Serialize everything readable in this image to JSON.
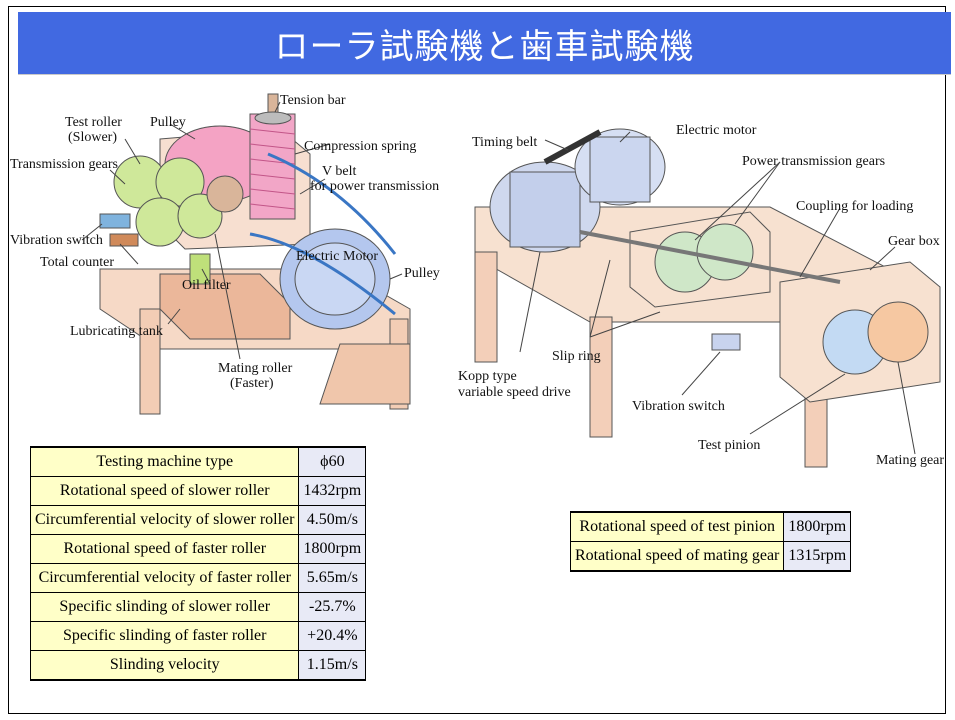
{
  "slide": {
    "title": "ローラ試験機と歯車試験機"
  },
  "roller_diagram": {
    "labels": {
      "tension_bar": "Tension bar",
      "test_roller": "Test roller",
      "test_roller_sub": "(Slower)",
      "pulley_top": "Pulley",
      "compression_spring": "Compression spring",
      "transmission_gears": "Transmission gears",
      "v_belt": "V belt",
      "v_belt_sub": "for power transmission",
      "vibration_switch": "Vibration switch",
      "total_counter": "Total counter",
      "electric_motor": "Electric Motor",
      "pulley_right": "Pulley",
      "oil_filter": "Oil filter",
      "lubricating_tank": "Lubricating tank",
      "mating_roller": "Mating roller",
      "mating_roller_sub": "(Faster)"
    }
  },
  "gear_diagram": {
    "labels": {
      "timing_belt": "Timing belt",
      "electric_motor": "Electric motor",
      "power_transmission_gears": "Power transmission gears",
      "coupling_for_loading": "Coupling for loading",
      "gear_box": "Gear box",
      "slip_ring": "Slip ring",
      "kopp_type": "Kopp type",
      "kopp_type_sub": "variable speed drive",
      "vibration_switch": "Vibration switch",
      "test_pinion": "Test pinion",
      "mating_gear": "Mating gear"
    }
  },
  "roller_table": {
    "rows": [
      {
        "label": "Testing machine type",
        "value": "ϕ60"
      },
      {
        "label": "Rotational speed of slower roller",
        "value": "1432rpm"
      },
      {
        "label": "Circumferential velocity of slower roller",
        "value": "4.50m/s"
      },
      {
        "label": "Rotational speed of faster roller",
        "value": "1800rpm"
      },
      {
        "label": "Circumferential velocity of faster roller",
        "value": "5.65m/s"
      },
      {
        "label": "Specific slinding of slower roller",
        "value": "-25.7%"
      },
      {
        "label": "Specific slinding of faster roller",
        "value": "+20.4%"
      },
      {
        "label": "Slinding velocity",
        "value": "1.15m/s"
      }
    ]
  },
  "gear_table": {
    "rows": [
      {
        "label": "Rotational speed of test pinion",
        "value": "1800rpm"
      },
      {
        "label": "Rotational speed of mating gear",
        "value": "1315rpm"
      }
    ]
  }
}
